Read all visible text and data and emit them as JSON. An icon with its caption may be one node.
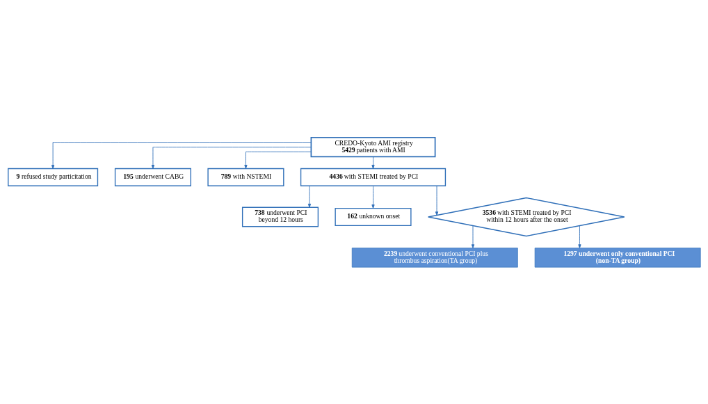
{
  "diagram": {
    "nodes": [
      {
        "text": [
          "CREDO-Kyoto AMI registry",
          "**5429** patients with AMI"
        ]
      },
      {
        "text": [
          "**9** refused study particitation"
        ]
      },
      {
        "text": [
          "**195** underwent CABG"
        ]
      },
      {
        "text": [
          "**789** with NSTEMI"
        ]
      },
      {
        "text": [
          "**4436** with STEMI treated by PCI"
        ]
      },
      {
        "text": [
          "**738** underwent PCI beyond 12 hours"
        ]
      },
      {
        "text": [
          "**162** unknown onset"
        ]
      },
      {
        "text": [
          "**3536** with STEMI treated by PCI within 12 hours after the onset"
        ]
      },
      {
        "text": [
          "**2239** underwent conventional PCI plus thrombus aspiration(TA group)"
        ]
      },
      {
        "text": [
          "1297 underwent only conventional PCI (non-TA group)"
        ]
      }
    ],
    "edges": [
      {
        "from": 0,
        "to": 1,
        "arrow": "to"
      },
      {
        "from": 0,
        "to": 2,
        "arrow": "to"
      },
      {
        "from": 0,
        "to": 3,
        "arrow": "to"
      },
      {
        "from": 0,
        "to": 4,
        "arrow": "to"
      },
      {
        "from": 4,
        "to": 5,
        "arrow": "to"
      },
      {
        "from": 4,
        "to": 6,
        "arrow": "to"
      },
      {
        "from": 4,
        "to": 7,
        "arrow": "to"
      },
      {
        "from": 7,
        "to": 8,
        "arrow": "to"
      },
      {
        "from": 7,
        "to": 9,
        "arrow": "to"
      }
    ]
  }
}
